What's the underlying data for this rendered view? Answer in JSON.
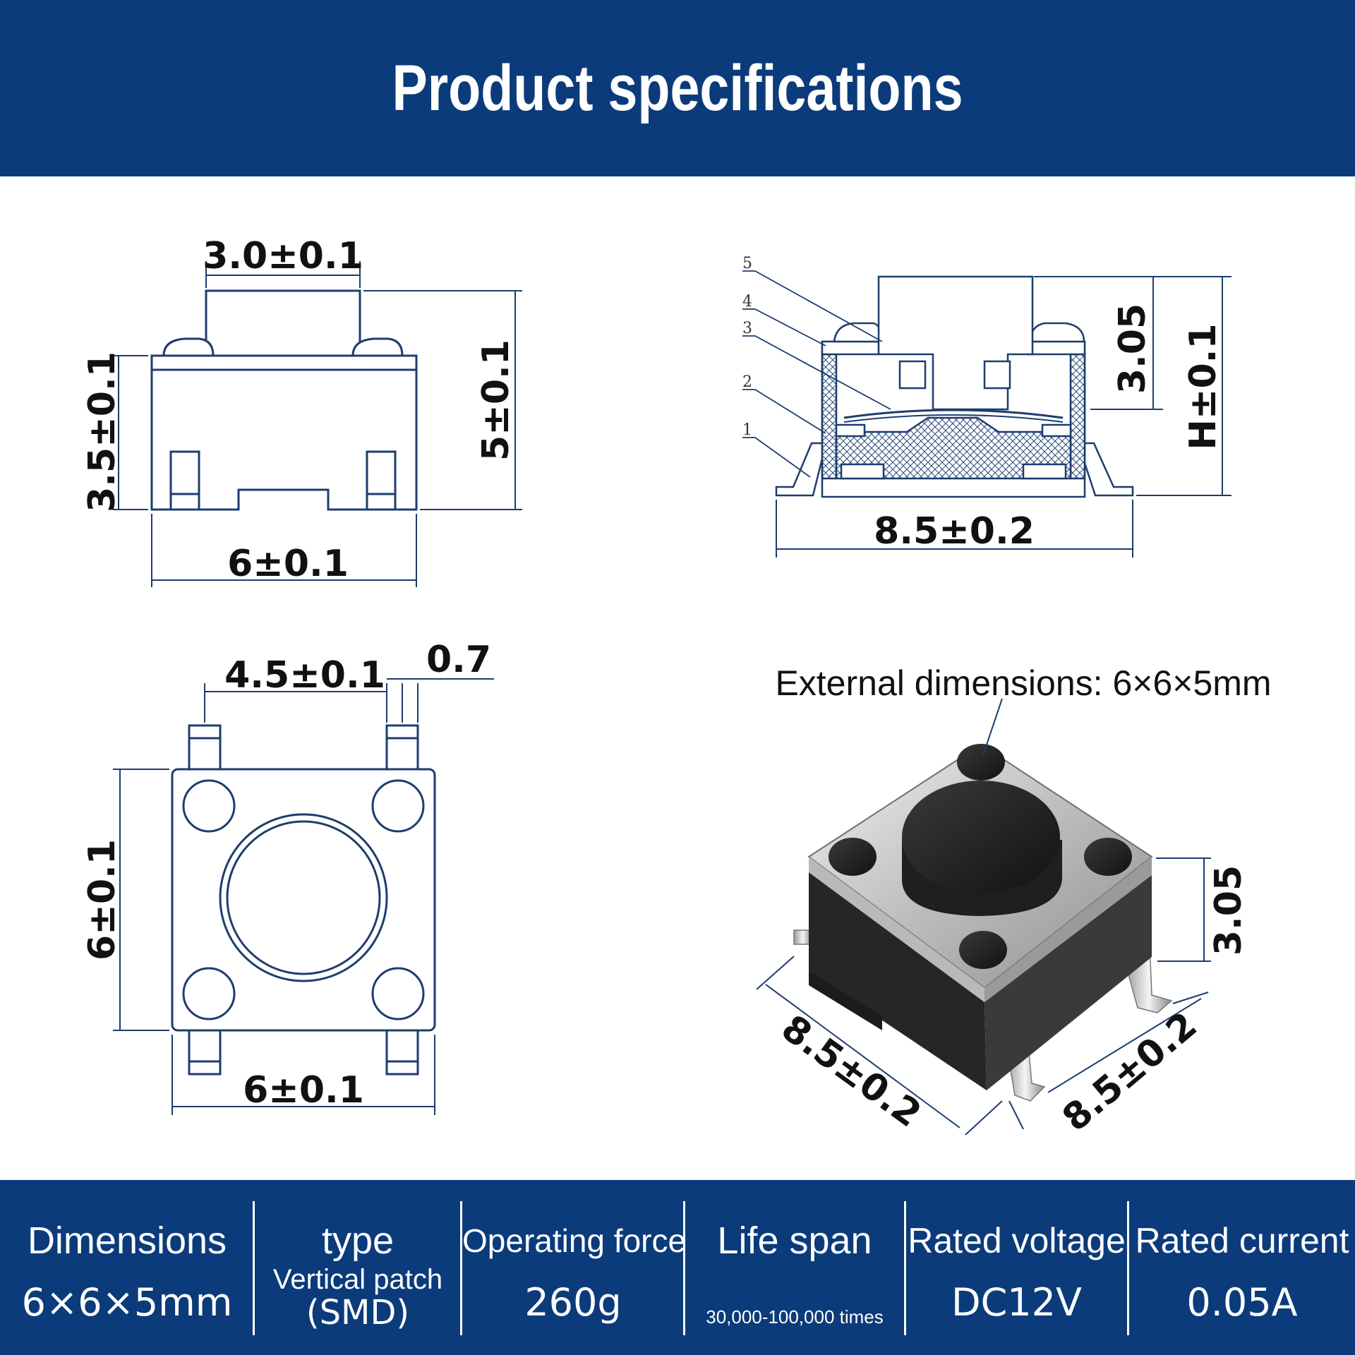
{
  "header": {
    "title": "Product specifications"
  },
  "front_view": {
    "top_width": "3.0±0.1",
    "body_height": "3.5±0.1",
    "total_height": "5±0.1",
    "bottom_width": "6±0.1"
  },
  "section_view": {
    "callouts": [
      "5",
      "4",
      "3",
      "2",
      "1"
    ],
    "actuator_height": "3.05",
    "total_height": "H±0.1",
    "lead_span": "8.5±0.2"
  },
  "top_view": {
    "pin_spacing": "4.5±0.1",
    "pin_width": "0.7",
    "side_length": "6±0.1",
    "bottom_length": "6±0.1"
  },
  "product_render": {
    "external_dimensions": "External dimensions: 6×6×5mm",
    "actuator_height": "3.05",
    "span_left": "8.5±0.2",
    "span_right": "8.5±0.2"
  },
  "specs": {
    "dimensions": {
      "label": "Dimensions",
      "value": "6×6×5mm"
    },
    "type": {
      "label": "type",
      "value_line1": "Vertical patch",
      "value_line2": "(SMD)"
    },
    "force": {
      "label": "Operating force",
      "value": "260g"
    },
    "life": {
      "label": "Life span",
      "value": "30,000-100,000 times"
    },
    "voltage": {
      "label": "Rated voltage",
      "value": "DC12V"
    },
    "current": {
      "label": "Rated current",
      "value": "0.05A"
    }
  },
  "colors": {
    "brand_blue": "#0b3b7a",
    "line_blue": "#1c3d6e",
    "body_black": "#2b2b2b"
  }
}
